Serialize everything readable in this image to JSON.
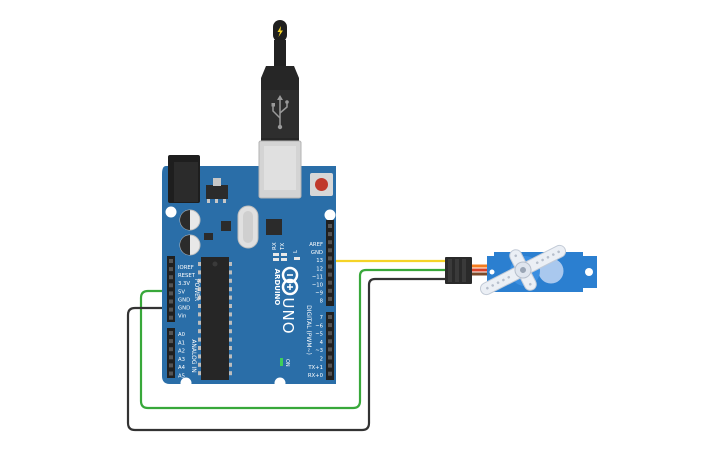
{
  "board": {
    "brand": "ARDUINO",
    "model": "UNO",
    "power_header": "POWER",
    "analog_header": "ANALOG IN",
    "digital_header": "DIGITAL (PWM~)",
    "on_label": "ON",
    "led_l": "L",
    "led_tx": "TX",
    "led_rx": "RX",
    "power_pins": [
      "IOREF",
      "RESET",
      "3.3V",
      "5V",
      "GND",
      "GND",
      "Vin"
    ],
    "analog_pins": [
      "A0",
      "A1",
      "A2",
      "A3",
      "A4",
      "A5"
    ],
    "digital_pins_top": [
      "AREF",
      "GND",
      "13",
      "12",
      "~11",
      "~10",
      "~9",
      "8"
    ],
    "digital_pins_bottom": [
      "7",
      "~6",
      "~5",
      "4",
      "~3",
      "2",
      "TX+1",
      "RX+0"
    ]
  },
  "colors": {
    "board": "#2a6ea8",
    "board_dark": "#1f5683",
    "signal_wire": "#f5d327",
    "power_wire": "#38a83a",
    "ground_wire": "#333333",
    "servo_body": "#2b7fd0",
    "usb_plug": "#222222"
  },
  "icons": {
    "usb": "usb-icon",
    "lightning": "lightning-icon"
  }
}
